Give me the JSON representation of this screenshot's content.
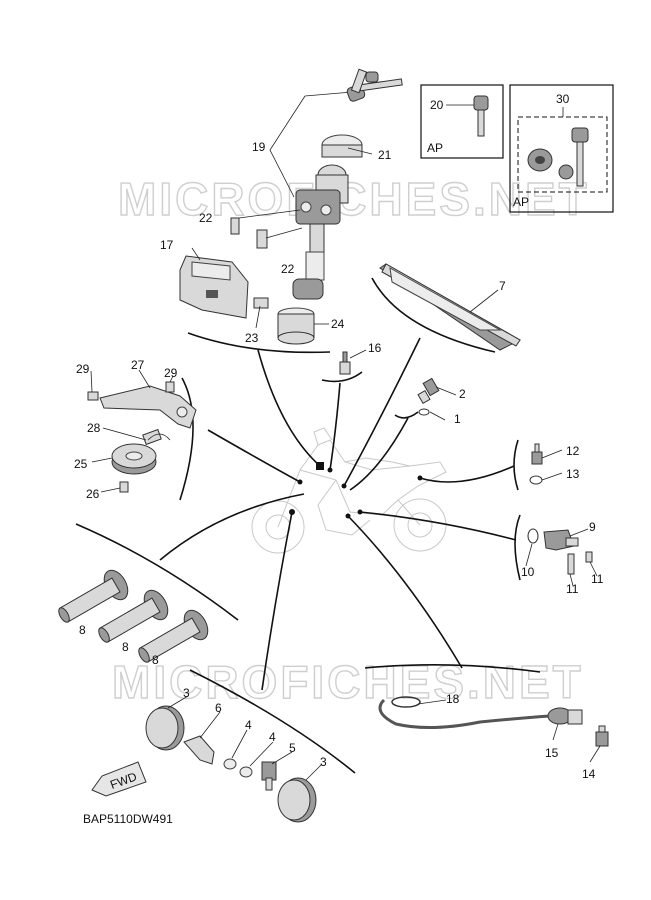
{
  "watermark": "MICROFICHES.NET",
  "diagram_code": "BAP5110DW491",
  "fwd_label": "FWD",
  "ap_boxes": [
    {
      "id": "box-20",
      "number": "20",
      "label": "AP"
    },
    {
      "id": "box-30",
      "number": "30",
      "label": "AP"
    }
  ],
  "callouts": [
    "1",
    "2",
    "3",
    "3",
    "4",
    "4",
    "5",
    "6",
    "7",
    "8",
    "8",
    "8",
    "9",
    "10",
    "11",
    "11",
    "12",
    "13",
    "14",
    "15",
    "16",
    "17",
    "18",
    "19",
    "21",
    "22",
    "22",
    "23",
    "24",
    "25",
    "26",
    "27",
    "28",
    "29",
    "29"
  ]
}
